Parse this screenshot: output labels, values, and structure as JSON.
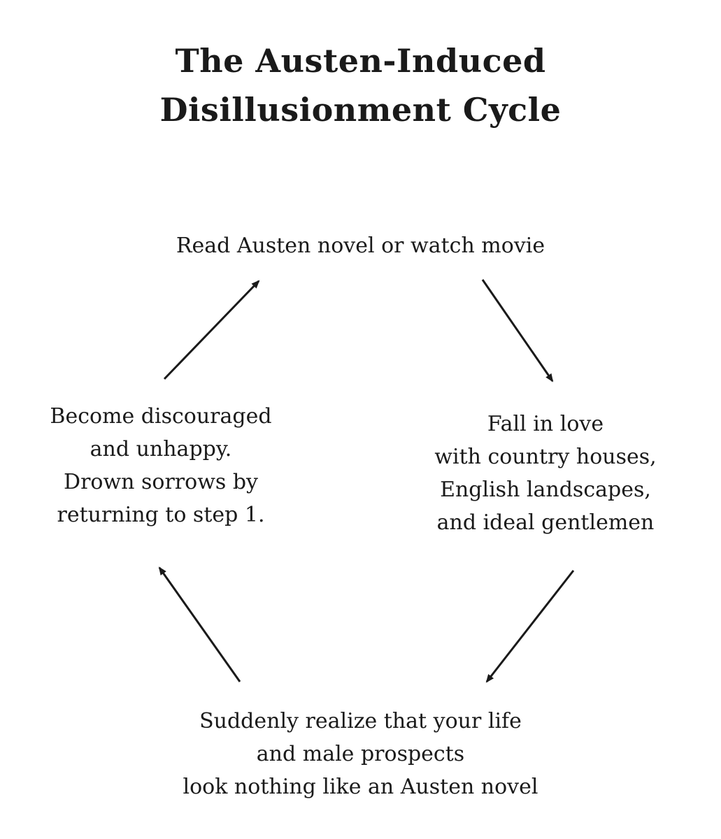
{
  "title": {
    "line1": "The Austen-Induced",
    "line2": "Disillusionment Cycle"
  },
  "nodes": {
    "top": {
      "line1": "Read Austen novel or watch movie"
    },
    "right": {
      "line1": "Fall in love",
      "line2": "with country houses,",
      "line3": "English landscapes,",
      "line4": "and ideal gentlemen"
    },
    "bottom": {
      "line1": "Suddenly realize that your life",
      "line2": "and male prospects",
      "line3": "look nothing like an Austen novel"
    },
    "left": {
      "line1": "Become discouraged",
      "line2": "and unhappy.",
      "line3": "Drown sorrows by",
      "line4": "returning to step 1."
    }
  },
  "colors": {
    "ink": "#1a1a1a",
    "background": "#ffffff"
  }
}
